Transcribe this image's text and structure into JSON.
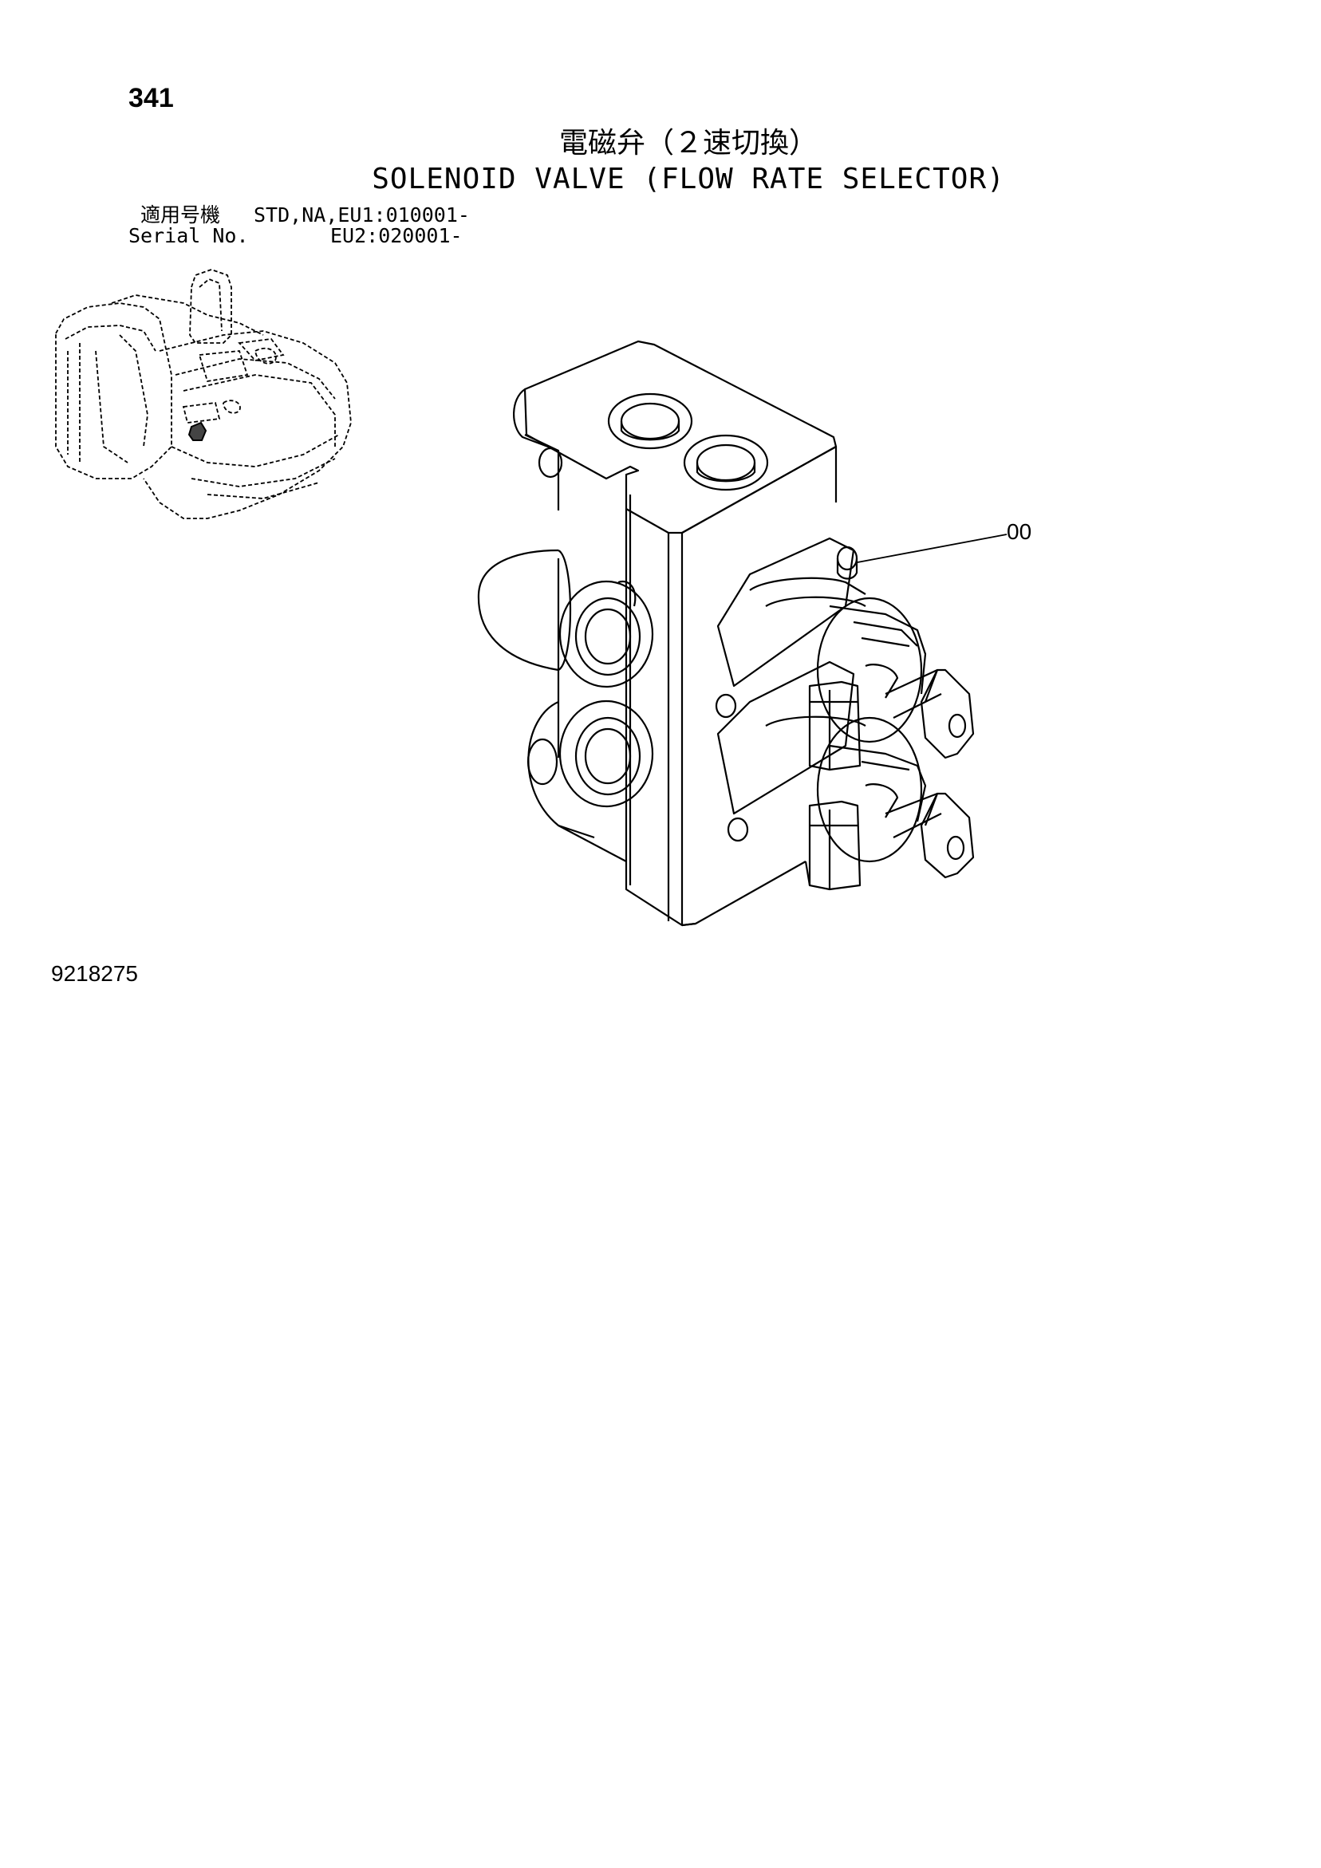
{
  "page": {
    "number": "341",
    "title_jp": "電磁弁（２速切換）",
    "title_en": "SOLENOID VALVE (FLOW RATE SELECTOR)"
  },
  "serial": {
    "label_jp": "適用号機",
    "label_en": "Serial No.",
    "values": [
      "STD,NA,EU1:010001-",
      "EU2:020001-"
    ]
  },
  "callouts": [
    {
      "label": "00"
    }
  ],
  "drawing_number": "9218275"
}
